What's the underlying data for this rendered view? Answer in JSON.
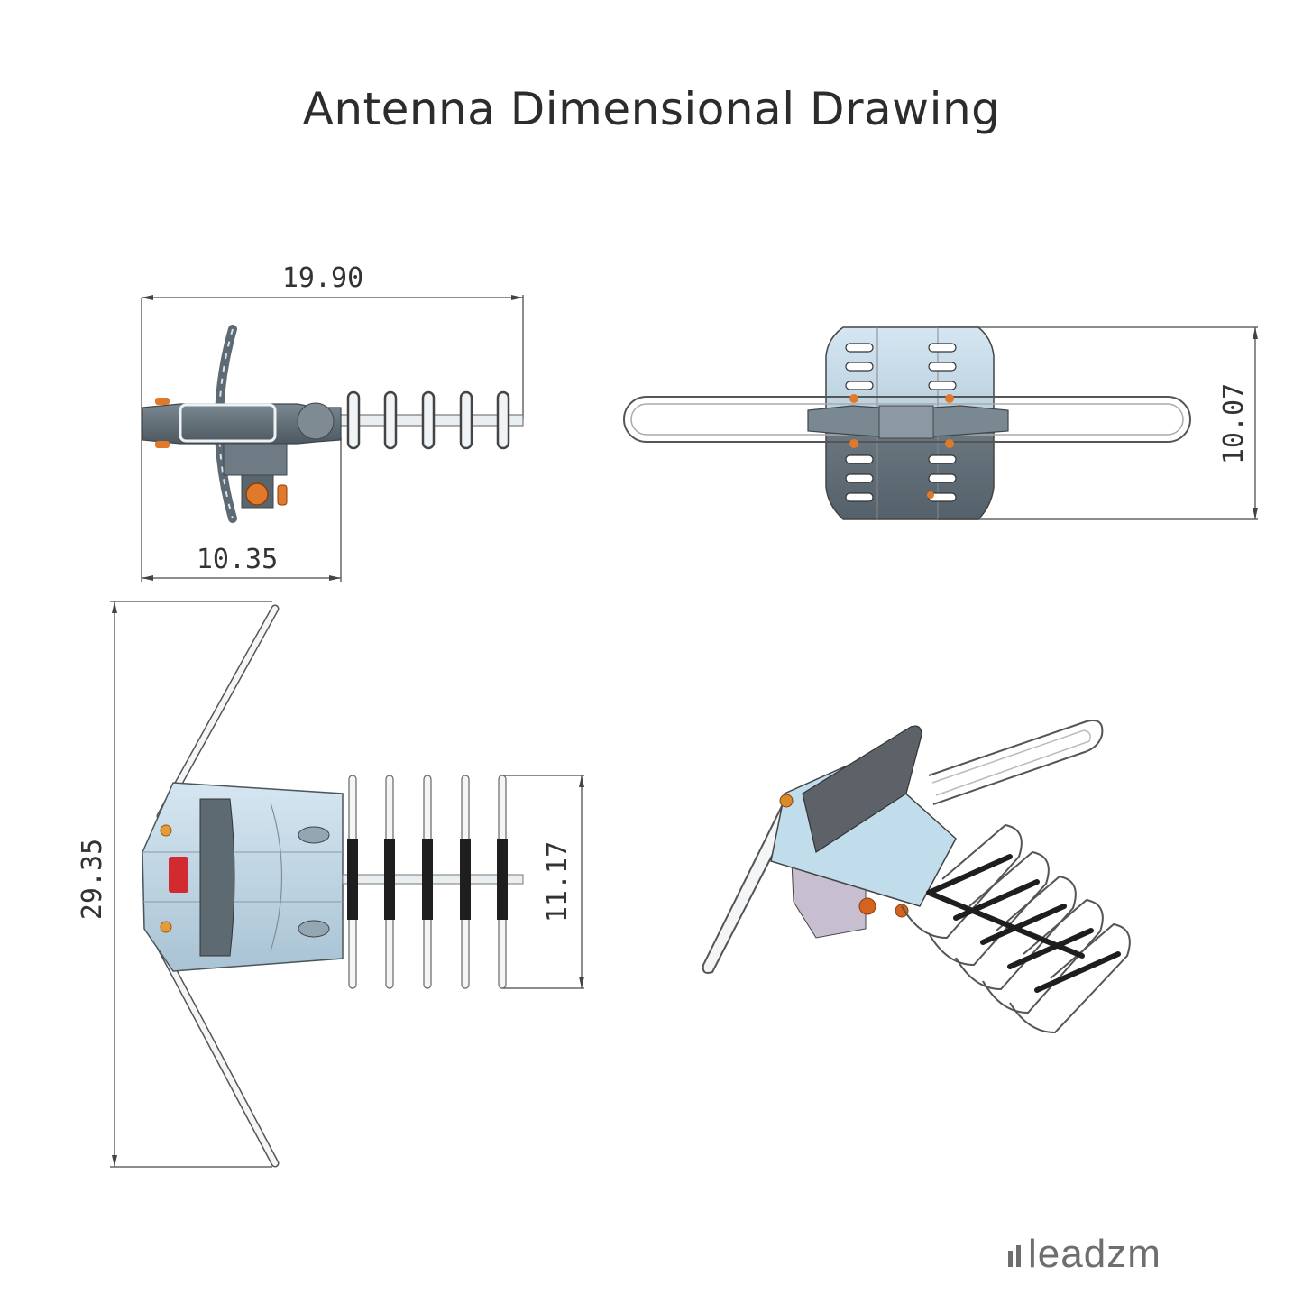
{
  "title": "Antenna Dimensional Drawing",
  "views": {
    "side_view": {
      "overall_length": "19.90",
      "body_length": "10.35"
    },
    "front_view": {
      "height": "10.07"
    },
    "top_view": {
      "overall_width": "29.35",
      "director_width": "11.17",
      "director_count": 5
    },
    "isometric_view": {
      "label": ""
    }
  },
  "brand": {
    "logo_text": "leadzm"
  },
  "colors": {
    "body_light": "#c6dcea",
    "body_dark": "#5a6770",
    "knob_orange": "#e07a2a",
    "element_black": "#1e1e1e",
    "dimension_line": "#555555"
  }
}
